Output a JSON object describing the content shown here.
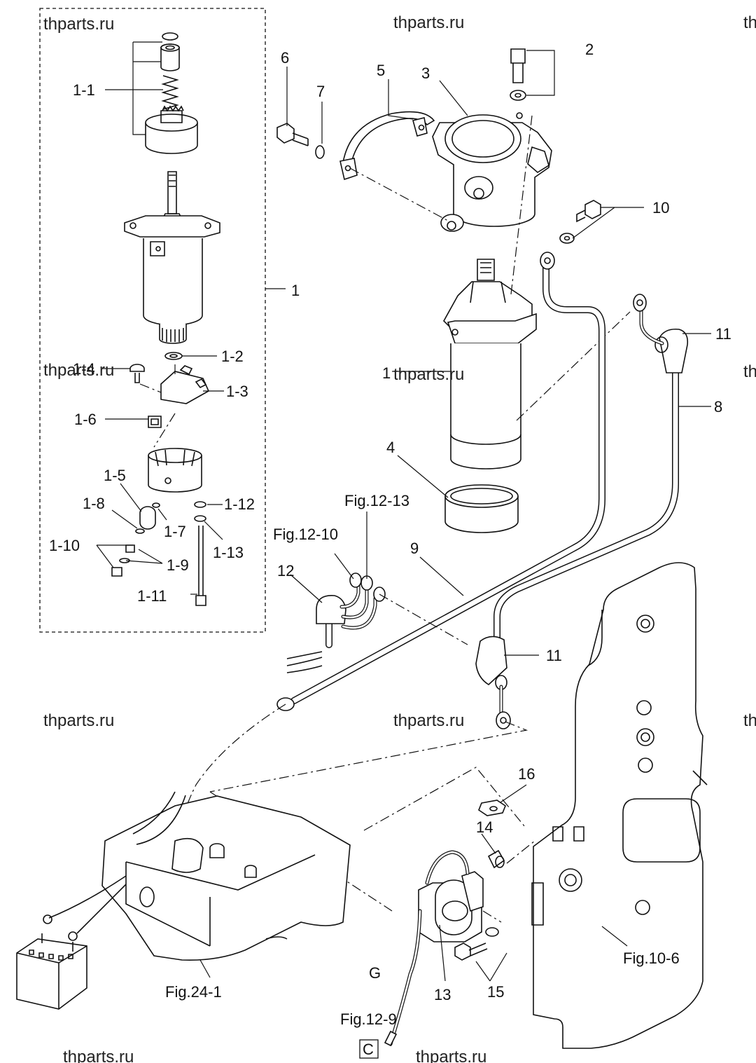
{
  "watermarks": [
    "thparts.ru",
    "thparts.ru",
    "thparts.ru",
    "thparts.ru",
    "thparts.ru",
    "thparts.ru",
    "thparts.ru",
    "thparts.ru",
    "th",
    "th",
    "th"
  ],
  "labels": {
    "p1": "1",
    "p1_1": "1-1",
    "p1_2": "1-2",
    "p1_3": "1-3",
    "p1_4": "1-4",
    "p1_5": "1-5",
    "p1_6": "1-6",
    "p1_7": "1-7",
    "p1_8": "1-8",
    "p1_9": "1-9",
    "p1_10": "1-10",
    "p1_11": "1-11",
    "p1_12": "1-12",
    "p1_13": "1-13",
    "p1b": "1",
    "p2": "2",
    "p3": "3",
    "p4": "4",
    "p5": "5",
    "p6": "6",
    "p7": "7",
    "p8": "8",
    "p9": "9",
    "p10": "10",
    "p11a": "11",
    "p11b": "11",
    "p12": "12",
    "p13": "13",
    "p14": "14",
    "p15": "15",
    "p16": "16",
    "g": "G",
    "fig_12_13": "Fig.12-13",
    "fig_12_10": "Fig.12-10",
    "fig_12_9": "Fig.12-9",
    "fig_24_1": "Fig.24-1",
    "fig_10_6": "Fig.10-6",
    "section": "C"
  }
}
